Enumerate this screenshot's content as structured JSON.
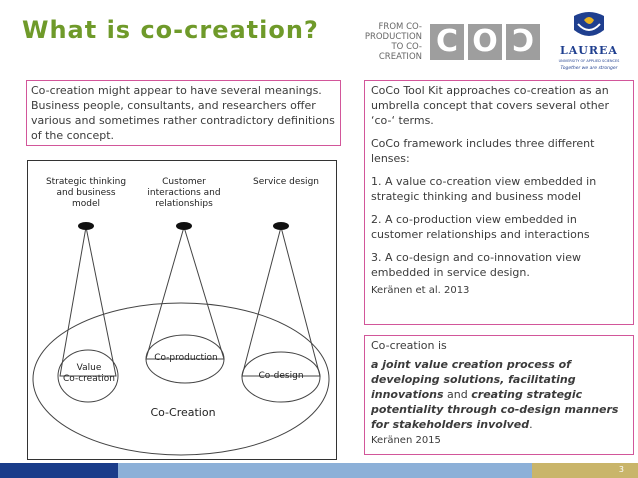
{
  "title": "What is co-creation?",
  "coc_logo": {
    "text": "FROM CO-\nPRODUCTION\nTO CO-\nCREATION",
    "letters": [
      "C",
      "O",
      "C"
    ]
  },
  "laurea_logo": {
    "name": "LAUREA",
    "subtitle": "UNIVERSITY OF APPLIED SCIENCES",
    "tagline": "Together we are stronger"
  },
  "intro_text": "Co-creation might appear to have several meanings. Business people, consultants, and researchers offer various and sometimes rather contradictory definitions of the concept.",
  "diagram": {
    "top_labels": [
      "Strategic thinking\nand business\nmodel",
      "Customer\ninteractions and\nrelationships",
      "Service design"
    ],
    "inner_labels": [
      "Value\nCo-creation",
      "Co-production",
      "Co-design"
    ],
    "outer_label": "Co-Creation"
  },
  "toolkit_box": {
    "paragraphs": [
      "CoCo Tool Kit approaches co-creation as an umbrella concept that covers several other ‘co-‘ terms.",
      "CoCo framework includes three different lenses:",
      "1. A value co-creation view embedded in strategic thinking and business model",
      "2. A co-production view embedded in customer relationships and interactions",
      "3. A co-design and co-innovation view embedded in service design."
    ],
    "citation": "Keränen et al. 2013"
  },
  "definition_box": {
    "lead": "Co-creation is",
    "seg1": "a joint value creation process of developing solutions, facilitating innovations",
    "seg2": " and ",
    "seg3": "creating strategic potentiality through co-design manners for stakeholders involved",
    "seg4": ".",
    "citation": "Keränen 2015"
  },
  "page_number": "3",
  "colors": {
    "title": "#6f9a2a",
    "box_border": "#d2569a",
    "footer_blue": "#1a3c8a",
    "footer_light": "#8cb0d8",
    "footer_gold": "#c9b56a",
    "logo_gray": "#9e9e9e",
    "laurea_blue": "#1f3f8f"
  }
}
